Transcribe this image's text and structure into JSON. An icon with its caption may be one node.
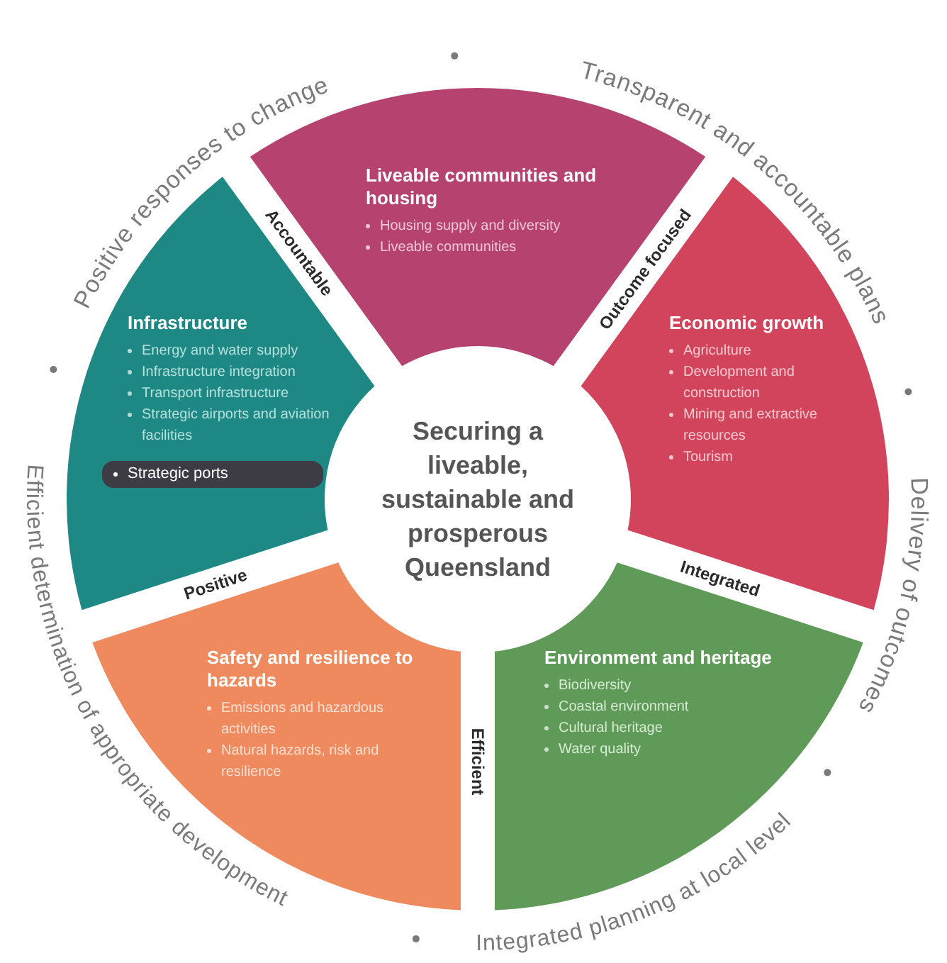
{
  "diagram": {
    "nodes": [
      {
        "text": [
          "Liveable communities and housing",
          "Housing supply and diversity",
          "Liveable communities"
        ]
      },
      {
        "text": [
          "Infrastructure",
          "Energy and water supply",
          "Infrastructure integration",
          "Transport infrastructure",
          "Strategic airports and aviation facilities"
        ]
      },
      {
        "text": [
          "Strategic ports"
        ],
        "in": 1
      },
      {
        "text": [
          "Economic growth",
          "Agriculture",
          "Development and construction",
          "Mining and extractive resources",
          "Tourism"
        ]
      },
      {
        "text": [
          "Securing a liveable, sustainable and prosperous Queensland"
        ]
      },
      {
        "text": [
          "Safety and resilience to hazards",
          "Emissions and hazardous activities",
          "Natural hazards, risk and resilience"
        ]
      },
      {
        "text": [
          "Environment and heritage",
          "Biodiversity",
          "Coastal environment",
          "Cultural heritage",
          "Water quality"
        ]
      }
    ],
    "labels": [
      "Positive responses to change",
      "Transparent and accountable plans",
      "Delivery of outcomes",
      "Integrated planning at local level",
      "Efficient determination of appropriate development",
      "Accountable",
      "Outcome focused",
      "Integrated",
      "Efficient",
      "Positive"
    ]
  }
}
